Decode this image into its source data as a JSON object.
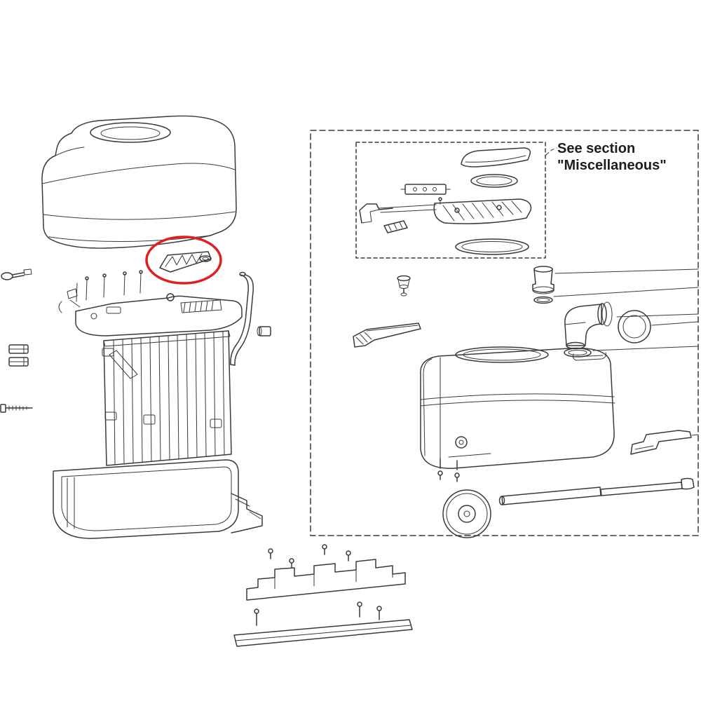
{
  "diagram": {
    "type": "exploded-parts-diagram",
    "annotation": {
      "line1": "See section",
      "line2": "\"Miscellaneous\""
    },
    "colors": {
      "line": "#3a3a3a",
      "highlight_red": "#e02020",
      "background": "#ffffff"
    }
  }
}
